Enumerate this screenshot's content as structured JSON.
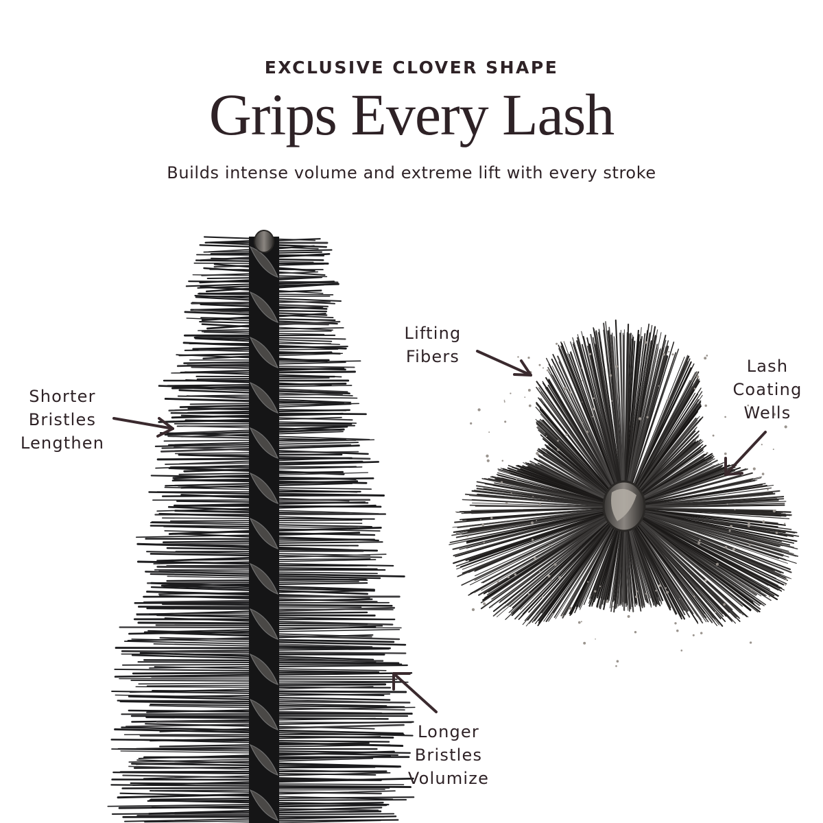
{
  "header": {
    "eyebrow": "EXCLUSIVE CLOVER SHAPE",
    "title": "Grips Every Lash",
    "subtitle": "Builds intense volume and extreme lift with every stroke"
  },
  "callouts": {
    "shorter_bristles": [
      "Shorter",
      "Bristles",
      "Lengthen"
    ],
    "lifting_fibers": [
      "Lifting",
      "Fibers"
    ],
    "lash_coating_wells": [
      "Lash",
      "Coating",
      "Wells"
    ],
    "longer_bristles": [
      "Longer",
      "Bristles",
      "Volumize"
    ]
  },
  "colors": {
    "text": "#2e2226",
    "background": "#ffffff",
    "bristle": "#1c1c1e",
    "core": "#6e6a66"
  },
  "images": {
    "brush_side_view": "mascara-brush-side-icon",
    "brush_cross_section": "clover-brush-cross-section-icon"
  }
}
